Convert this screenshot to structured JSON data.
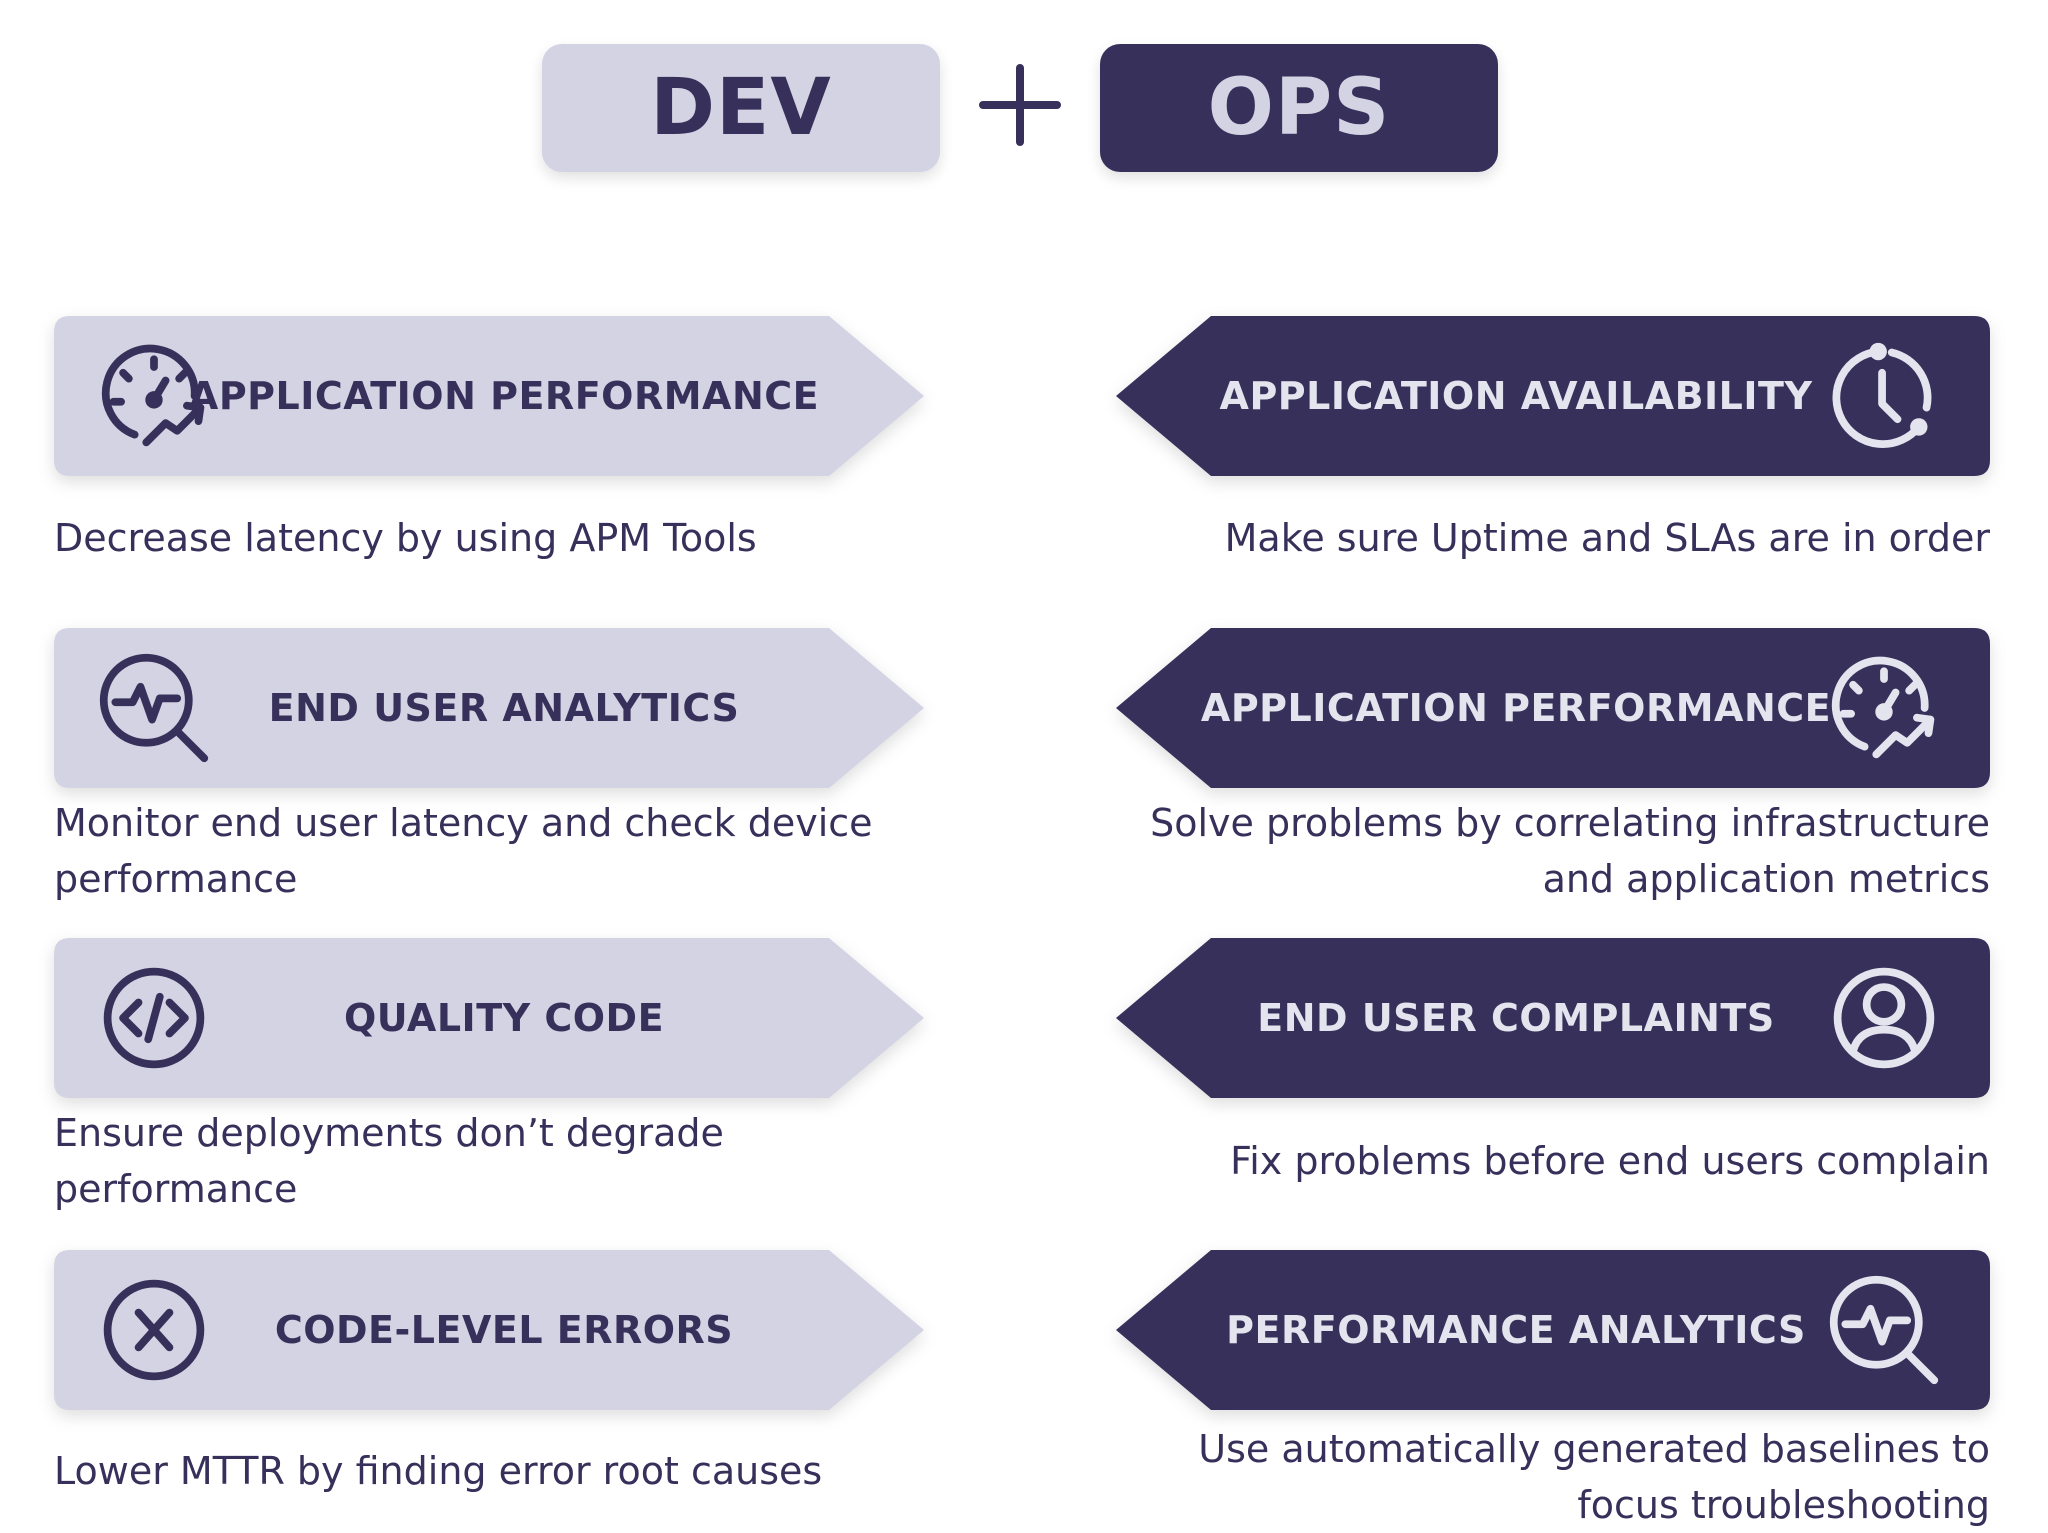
{
  "header": {
    "dev": "DEV",
    "ops": "OPS"
  },
  "dev": [
    {
      "title": "APPLICATION PERFORMANCE",
      "icon": "speedometer-trend-icon",
      "desc": [
        "Decrease latency by using APM Tools"
      ]
    },
    {
      "title": "END USER ANALYTICS",
      "icon": "magnifier-pulse-icon",
      "desc": [
        "Monitor end user latency and check device",
        "performance"
      ]
    },
    {
      "title": "QUALITY CODE",
      "icon": "code-icon",
      "desc": [
        "Ensure deployments don’t degrade",
        "performance"
      ]
    },
    {
      "title": "CODE-LEVEL ERRORS",
      "icon": "x-circle-icon",
      "desc": [
        "Lower MTTR by finding error root causes"
      ]
    }
  ],
  "ops": [
    {
      "title": "APPLICATION AVAILABILITY",
      "icon": "clock-icon",
      "desc": [
        "Make sure Uptime and SLAs are in order"
      ]
    },
    {
      "title": "APPLICATION PERFORMANCE",
      "icon": "speedometer-trend-icon",
      "desc": [
        "Solve problems by correlating infrastructure",
        "and application metrics"
      ]
    },
    {
      "title": "END USER COMPLAINTS",
      "icon": "user-circle-icon",
      "desc": [
        "Fix problems before end users complain"
      ]
    },
    {
      "title": "PERFORMANCE ANALYTICS",
      "icon": "magnifier-pulse-icon",
      "desc": [
        "Use automatically generated baselines to",
        "focus troubleshooting"
      ]
    }
  ],
  "colors": {
    "dev_fill": "#d3d3e3",
    "ops_fill": "#37305a",
    "text_dark": "#37305a",
    "text_light": "#e4e4ef"
  }
}
